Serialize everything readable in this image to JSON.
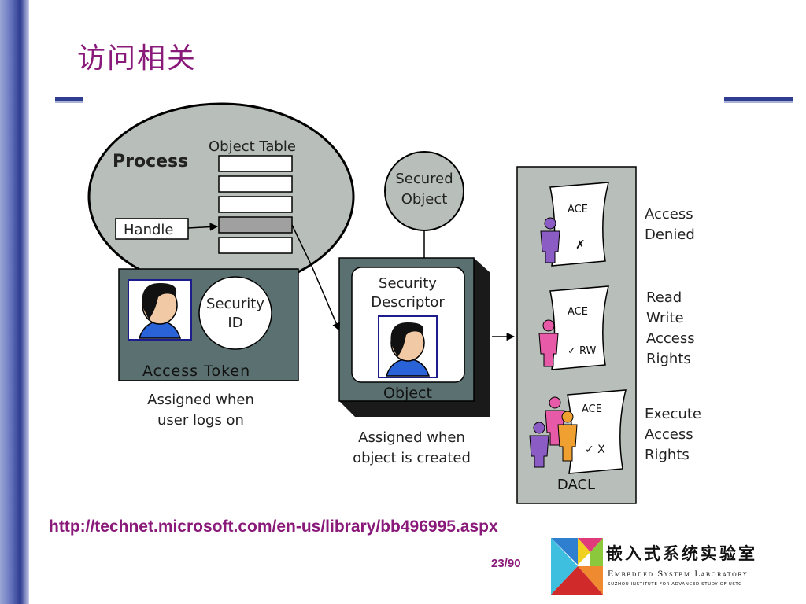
{
  "slide": {
    "title": "访问相关",
    "source_url": "http://technet.microsoft.com/en-us/library/bb496995.aspx",
    "page_number": "23/90"
  },
  "diagram": {
    "process_label": "Process",
    "object_table_label": "Object Table",
    "handle_label": "Handle",
    "secured_object_label": [
      "Secured",
      "Object"
    ],
    "security_id_label": [
      "Security",
      "ID"
    ],
    "access_token_label": "Access Token",
    "access_token_caption": [
      "Assigned when",
      "user logs on"
    ],
    "security_descriptor_label": [
      "Security",
      "Descriptor"
    ],
    "object_label": "Object",
    "object_caption": [
      "Assigned when",
      "object is created"
    ],
    "dacl_label": "DACL",
    "ace_label": "ACE",
    "ace_entries": [
      {
        "rights": [
          "Access",
          "Denied"
        ],
        "mark": "✗"
      },
      {
        "rights": [
          "Read",
          "Write",
          "Access",
          "Rights"
        ],
        "mark": "✓ RW"
      },
      {
        "rights": [
          "Execute",
          "Access",
          "Rights"
        ],
        "mark": "✓ X"
      }
    ]
  },
  "logo": {
    "name_cn": "嵌入式系统实验室",
    "name_en": "Embedded System Laboratory",
    "institute": "Suzhou Institute for Advanced Study of USTC"
  }
}
